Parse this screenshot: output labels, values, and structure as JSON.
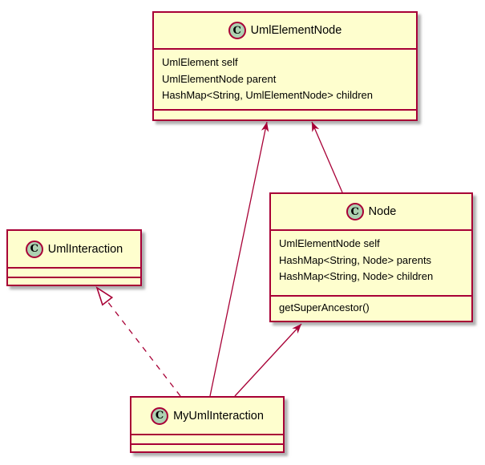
{
  "diagram": {
    "type": "uml-class-diagram",
    "colors": {
      "box_fill": "#FEFECE",
      "border": "#A80036",
      "circle_fill": "#ADD1B2",
      "line": "#A80036",
      "text": "#000000",
      "background": "#FFFFFF"
    },
    "classes": [
      {
        "stereotype": "C",
        "name": "UmlElementNode",
        "fields": [
          "UmlElement self",
          "UmlElementNode parent",
          "HashMap<String, UmlElementNode> children"
        ],
        "methods": []
      },
      {
        "stereotype": "C",
        "name": "Node",
        "fields": [
          "UmlElementNode self",
          "HashMap<String, Node> parents",
          "HashMap<String, Node> children"
        ],
        "methods": [
          "getSuperAncestor()"
        ]
      },
      {
        "stereotype": "C",
        "name": "UmlInteraction",
        "fields": [],
        "methods": []
      },
      {
        "stereotype": "C",
        "name": "MyUmlInteraction",
        "fields": [],
        "methods": []
      }
    ],
    "relations": [
      {
        "from": "Node",
        "to": "UmlElementNode",
        "kind": "association-arrow",
        "line": "solid"
      },
      {
        "from": "MyUmlInteraction",
        "to": "UmlElementNode",
        "kind": "association-arrow",
        "line": "solid"
      },
      {
        "from": "MyUmlInteraction",
        "to": "Node",
        "kind": "association-arrow",
        "line": "solid"
      },
      {
        "from": "MyUmlInteraction",
        "to": "UmlInteraction",
        "kind": "realization",
        "line": "dashed"
      }
    ]
  }
}
